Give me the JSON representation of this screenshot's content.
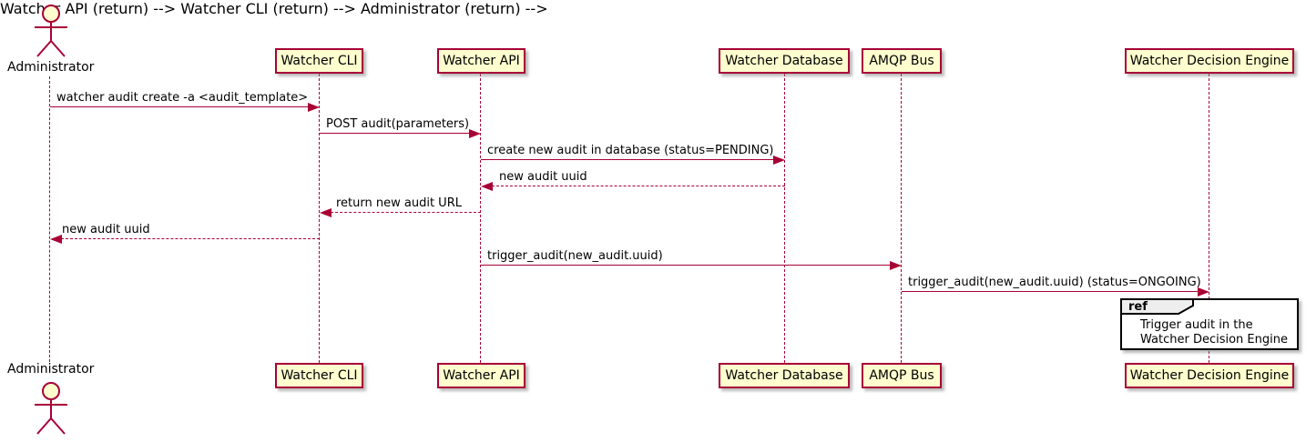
{
  "diagram_type": "uml-sequence",
  "colors": {
    "participant_fill": "#FEFECE",
    "participant_border": "#A80036",
    "arrow": "#A80036",
    "lifeline": "#A80036",
    "text": "#000000",
    "ref_border": "#000000",
    "ref_header_fill": "#EEEEEE"
  },
  "actor": {
    "name": "Administrator"
  },
  "participants": [
    {
      "name": "Watcher CLI"
    },
    {
      "name": "Watcher API"
    },
    {
      "name": "Watcher Database"
    },
    {
      "name": "AMQP Bus"
    },
    {
      "name": "Watcher Decision Engine"
    }
  ],
  "messages": [
    {
      "from": "Administrator",
      "to": "Watcher CLI",
      "label": "watcher audit create -a <audit_template>",
      "line": "solid",
      "direction": "right"
    },
    {
      "from": "Watcher CLI",
      "to": "Watcher API",
      "label": "POST audit(parameters)",
      "line": "solid",
      "direction": "right"
    },
    {
      "from": "Watcher API",
      "to": "Watcher Database",
      "label": "create new audit in database (status=PENDING)",
      "line": "solid",
      "direction": "right"
    },
    {
      "from": "Watcher Database",
      "to": "Watcher API",
      "label": "new audit uuid",
      "line": "dashed",
      "direction": "left"
    },
    {
      "from": "Watcher API",
      "to": "Watcher CLI",
      "label": "return new audit URL",
      "line": "dashed",
      "direction": "left"
    },
    {
      "from": "Watcher CLI",
      "to": "Administrator",
      "label": "new audit uuid",
      "line": "dashed",
      "direction": "left"
    },
    {
      "from": "Watcher API",
      "to": "AMQP Bus",
      "label": "trigger_audit(new_audit.uuid)",
      "line": "solid",
      "direction": "right"
    },
    {
      "from": "AMQP Bus",
      "to": "Watcher Decision Engine",
      "label": "trigger_audit(new_audit.uuid) (status=ONGOING)",
      "line": "solid",
      "direction": "right"
    }
  ],
  "ref": {
    "keyword": "ref",
    "over": "Watcher Decision Engine",
    "lines": [
      "Trigger audit in the",
      "Watcher Decision Engine"
    ]
  }
}
